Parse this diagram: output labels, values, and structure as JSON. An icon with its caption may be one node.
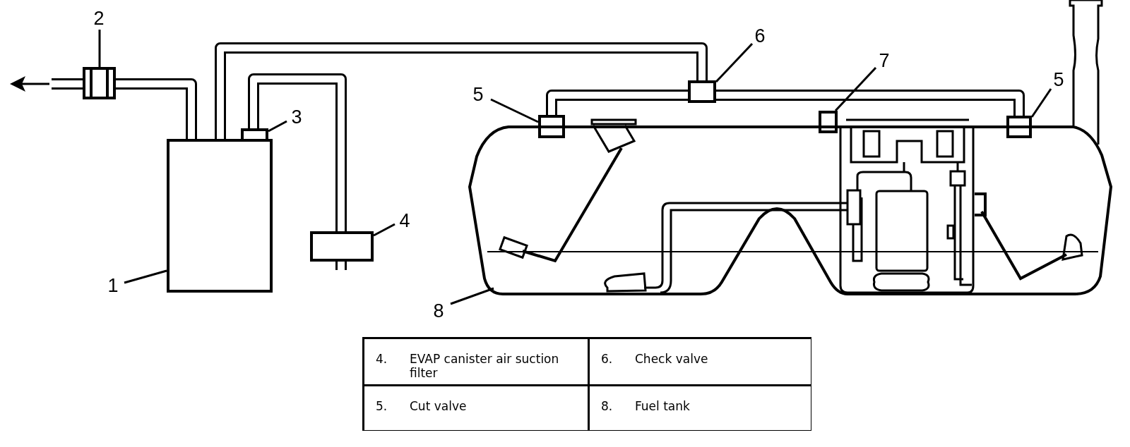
{
  "diagram": {
    "nodes": [
      {
        "text": [
          "1"
        ]
      },
      {
        "text": [],
        "shape": "box"
      },
      {
        "text": [
          "2"
        ]
      },
      {
        "text": [],
        "shape": "box"
      },
      {
        "text": [
          "3"
        ]
      },
      {
        "text": [],
        "shape": "box"
      },
      {
        "text": [
          "4"
        ]
      },
      {
        "text": [],
        "shape": "box"
      },
      {
        "text": [
          "5"
        ]
      },
      {
        "text": [],
        "shape": "box"
      },
      {
        "text": [
          "6"
        ]
      },
      {
        "text": [],
        "shape": "box"
      },
      {
        "text": [
          "7"
        ]
      },
      {
        "text": [],
        "shape": "box"
      },
      {
        "text": [
          "5"
        ]
      },
      {
        "text": [],
        "shape": "box"
      },
      {
        "text": [
          "8"
        ]
      },
      {
        "text": [],
        "shape": "tank"
      }
    ],
    "edges": [
      {
        "from": 0,
        "to": 1,
        "arrow": "none"
      },
      {
        "from": 2,
        "to": 3,
        "arrow": "none"
      },
      {
        "from": 4,
        "to": 5,
        "arrow": "none"
      },
      {
        "from": 6,
        "to": 7,
        "arrow": "none"
      },
      {
        "from": 8,
        "to": 9,
        "arrow": "none"
      },
      {
        "from": 10,
        "to": 11,
        "arrow": "none"
      },
      {
        "from": 12,
        "to": 13,
        "arrow": "none"
      },
      {
        "from": 14,
        "to": 15,
        "arrow": "none"
      },
      {
        "from": 16,
        "to": 17,
        "arrow": "none"
      },
      {
        "from": 3,
        "to": 1,
        "arrow": "none",
        "style": "thick"
      },
      {
        "from": 1,
        "to": 11,
        "arrow": "none",
        "style": "thick"
      },
      {
        "from": 5,
        "to": 7,
        "arrow": "none",
        "style": "thick"
      },
      {
        "from": 9,
        "to": 11,
        "arrow": "none",
        "style": "thick"
      },
      {
        "from": 11,
        "to": 15,
        "arrow": "none",
        "style": "thick"
      }
    ],
    "labels": [
      "4.",
      "EVAP canister air suction filter",
      "6.",
      "Check valve",
      "5.",
      "Cut valve",
      "8.",
      "Fuel tank"
    ]
  }
}
